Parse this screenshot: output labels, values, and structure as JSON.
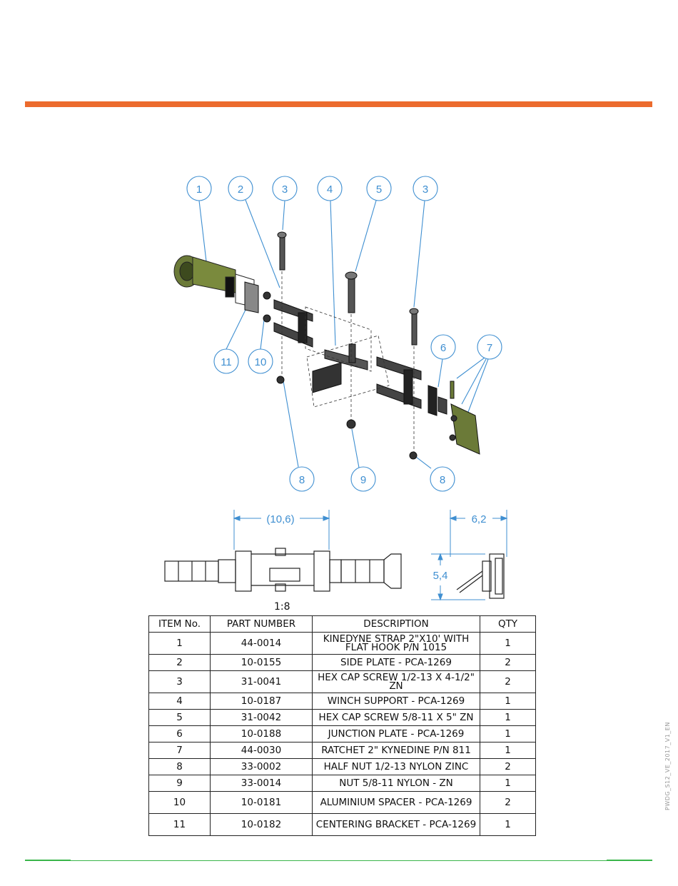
{
  "document": {
    "side_code": "PWDG_S12_VE_2017_V1_EN",
    "scale_label": "1:8"
  },
  "callouts": [
    "1",
    "2",
    "3",
    "4",
    "5",
    "3",
    "6",
    "7",
    "11",
    "10",
    "8",
    "9",
    "8"
  ],
  "dimensions": {
    "width": "(10,6)",
    "depth": "6,2",
    "height": "5,4"
  },
  "colors": {
    "accent_bar": "#ec6b2d",
    "footer_line": "#3ab54a",
    "callout": "#3f8fd1",
    "part_green": "#556b2f"
  },
  "bom": {
    "headers": {
      "item": "ITEM No.",
      "part": "PART NUMBER",
      "desc": "DESCRIPTION",
      "qty": "QTY"
    },
    "rows": [
      {
        "item": "1",
        "part": "44-0014",
        "desc": "KINEDYNE STRAP 2\"X10' WITH FLAT HOOK P/N 1015",
        "qty": "1"
      },
      {
        "item": "2",
        "part": "10-0155",
        "desc": "SIDE PLATE - PCA-1269",
        "qty": "2"
      },
      {
        "item": "3",
        "part": "31-0041",
        "desc": "HEX CAP SCREW 1/2-13 X 4-1/2\" ZN",
        "qty": "2"
      },
      {
        "item": "4",
        "part": "10-0187",
        "desc": "WINCH SUPPORT - PCA-1269",
        "qty": "1"
      },
      {
        "item": "5",
        "part": "31-0042",
        "desc": "HEX CAP SCREW 5/8-11 X 5\" ZN",
        "qty": "1"
      },
      {
        "item": "6",
        "part": "10-0188",
        "desc": "JUNCTION PLATE - PCA-1269",
        "qty": "1"
      },
      {
        "item": "7",
        "part": "44-0030",
        "desc": "RATCHET 2\" KYNEDINE P/N 811",
        "qty": "1"
      },
      {
        "item": "8",
        "part": "33-0002",
        "desc": "HALF NUT 1/2-13 NYLON ZINC",
        "qty": "2"
      },
      {
        "item": "9",
        "part": "33-0014",
        "desc": "NUT 5/8-11 NYLON - ZN",
        "qty": "1"
      },
      {
        "item": "10",
        "part": "10-0181",
        "desc": "ALUMINIUM SPACER - PCA-1269",
        "qty": "2"
      },
      {
        "item": "11",
        "part": "10-0182",
        "desc": "CENTERING BRACKET - PCA-1269",
        "qty": "1"
      }
    ]
  }
}
